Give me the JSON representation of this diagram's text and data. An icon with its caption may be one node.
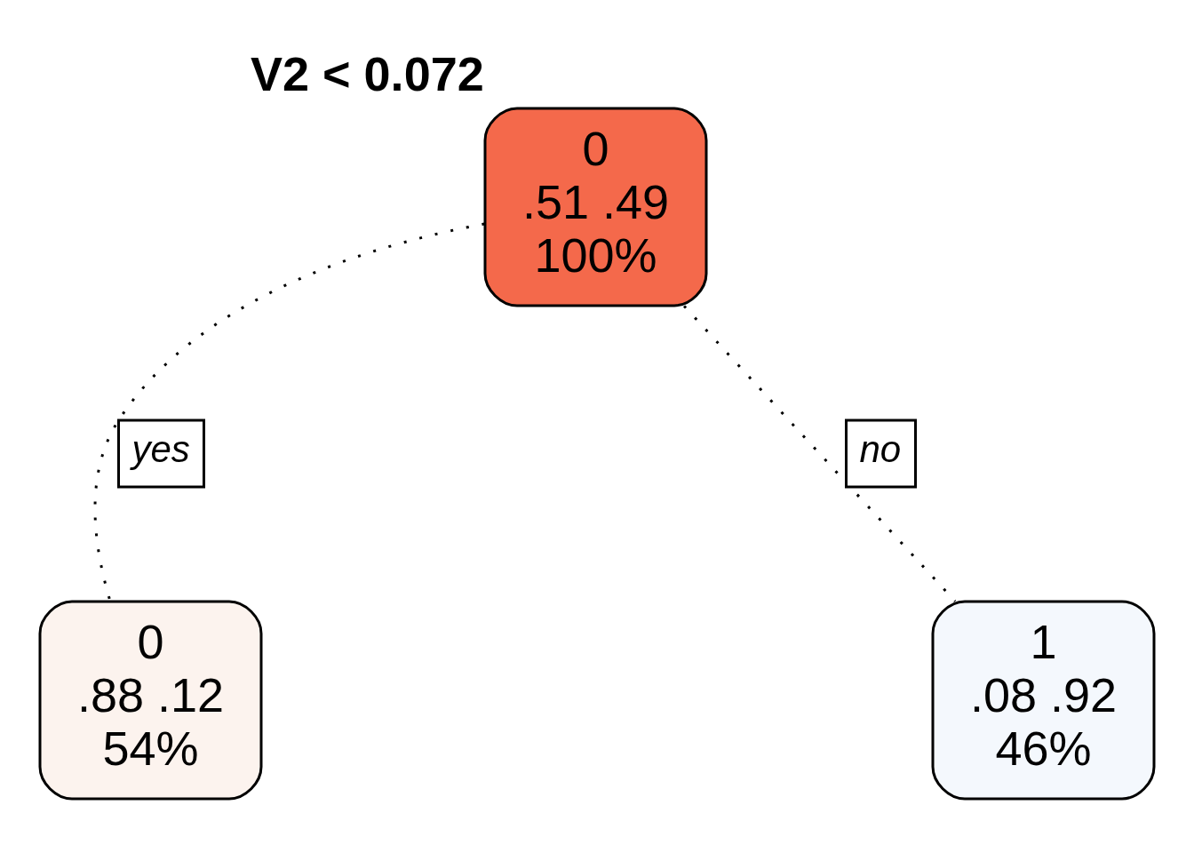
{
  "diagram": {
    "nodes": [
      {
        "text": [
          "0",
          ".51 .49",
          "100%"
        ],
        "beside": [
          "V2 < 0.072"
        ]
      },
      {
        "text": [
          "0",
          ".88 .12",
          "54%"
        ]
      },
      {
        "text": [
          "1",
          ".08 .92",
          "46%"
        ]
      }
    ],
    "edges": [
      {
        "from": 0,
        "to": 1,
        "arrow": "none",
        "label": "yes",
        "style": "dashed"
      },
      {
        "from": 0,
        "to": 2,
        "arrow": "none",
        "label": "no",
        "style": "dashed"
      }
    ]
  }
}
